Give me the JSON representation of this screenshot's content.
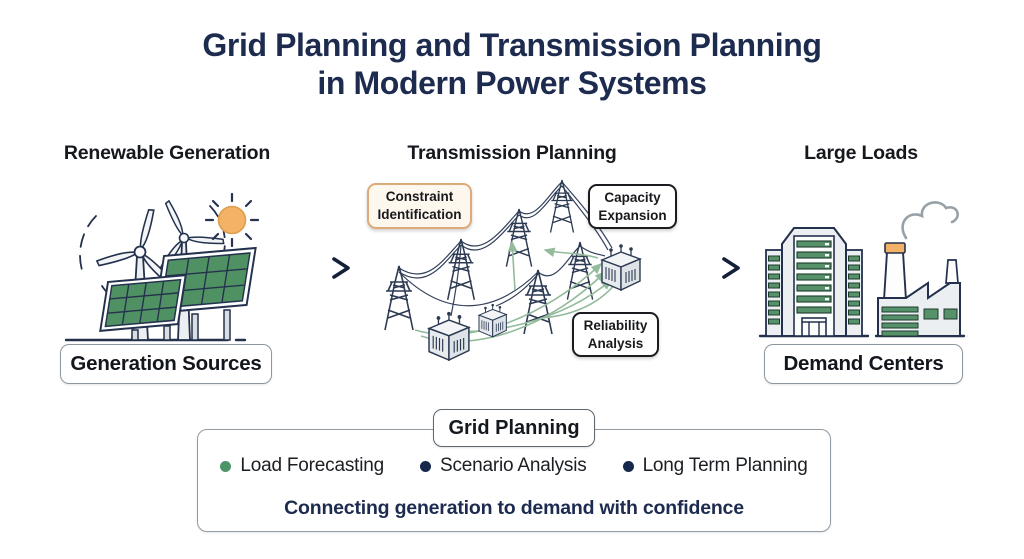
{
  "title": {
    "line1": "Grid Planning and Transmission Planning",
    "line2": "in Modern Power Systems"
  },
  "sections": {
    "renewable": {
      "heading": "Renewable Generation",
      "label": "Generation Sources"
    },
    "transmission": {
      "heading": "Transmission Planning",
      "tags": {
        "constraint": "Constraint Identification",
        "capacity": "Capacity Expansion",
        "reliability": "Reliability Analysis"
      }
    },
    "loads": {
      "heading": "Large Loads",
      "label": "Demand Centers"
    }
  },
  "grid_planning": {
    "title": "Grid Planning",
    "items": [
      {
        "label": "Load Forecasting",
        "color": "#4c9566"
      },
      {
        "label": "Scenario Analysis",
        "color": "#16294a"
      },
      {
        "label": "Long Term Planning",
        "color": "#16294a"
      }
    ],
    "tagline": "Connecting generation to demand with confidence"
  },
  "icons": {
    "renewable": "wind-turbines-solar-panels-sun",
    "transmission": "transmission-towers-wires-transformers",
    "loads": "office-building-and-factory",
    "flow": "gradient-right-arrow"
  },
  "colors": {
    "navy_text": "#1d2b4f",
    "outline_navy": "#24314d",
    "green": "#4f9163",
    "sage_arrow": "#93bb9c",
    "orange": "#f1b166",
    "tan_border": "#dcab79",
    "gray_border": "#8e979e"
  }
}
